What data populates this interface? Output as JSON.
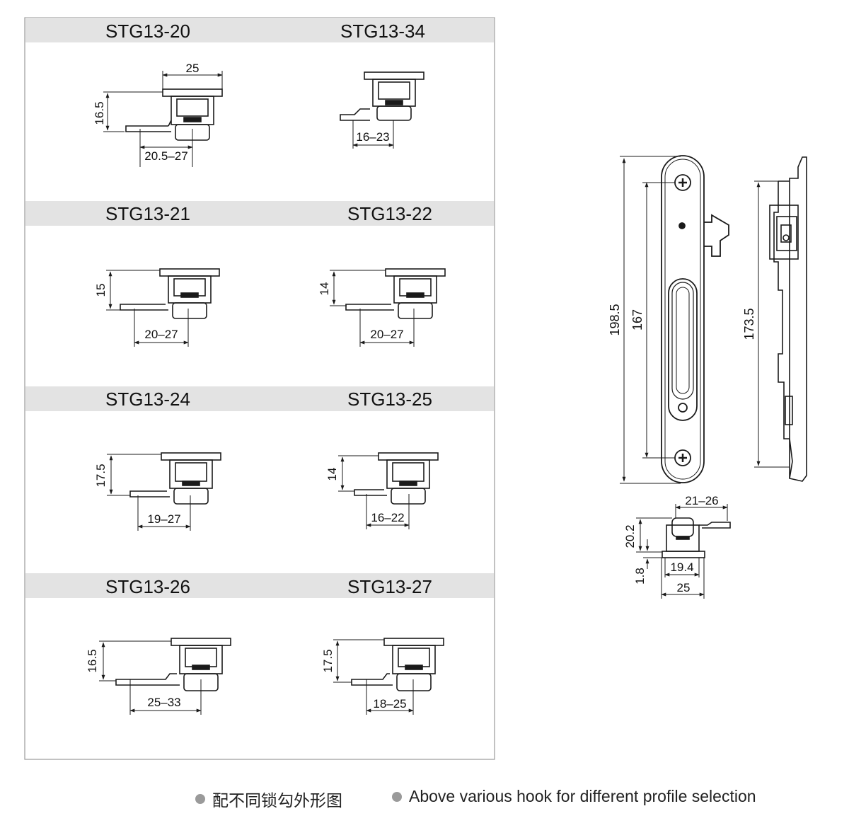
{
  "variants": [
    {
      "model": "STG13-20",
      "cut": "16.5",
      "cut_in": "20.5–27",
      "face": "25"
    },
    {
      "model": "STG13-34",
      "cut": "",
      "cut_in": "16–23",
      "face": ""
    },
    {
      "model": "STG13-21",
      "cut": "15",
      "cut_in": "20–27",
      "face": ""
    },
    {
      "model": "STG13-22",
      "cut": "14",
      "cut_in": "20–27",
      "face": ""
    },
    {
      "model": "STG13-24",
      "cut": "17.5",
      "cut_in": "19–27",
      "face": ""
    },
    {
      "model": "STG13-25",
      "cut": "14",
      "cut_in": "16–22",
      "face": ""
    },
    {
      "model": "STG13-26",
      "cut": "16.5",
      "cut_in": "25–33",
      "face": ""
    },
    {
      "model": "STG13-27",
      "cut": "17.5",
      "cut_in": "18–25",
      "face": ""
    }
  ],
  "main_view": {
    "overall": "198.5",
    "hole_pitch": "167",
    "side_length": "173.5"
  },
  "bottom_view": {
    "hook": "21–26",
    "height": "20.2",
    "flange": "1.8",
    "body": "19.4",
    "width": "25"
  },
  "footer": {
    "note_cn": "配不同锁勾外形图",
    "note_en": "Above various hook for different profile selection"
  },
  "colors": {
    "band": "#e3e3e3",
    "line": "#1a1a1a",
    "bullet": "#9a9a9a"
  }
}
